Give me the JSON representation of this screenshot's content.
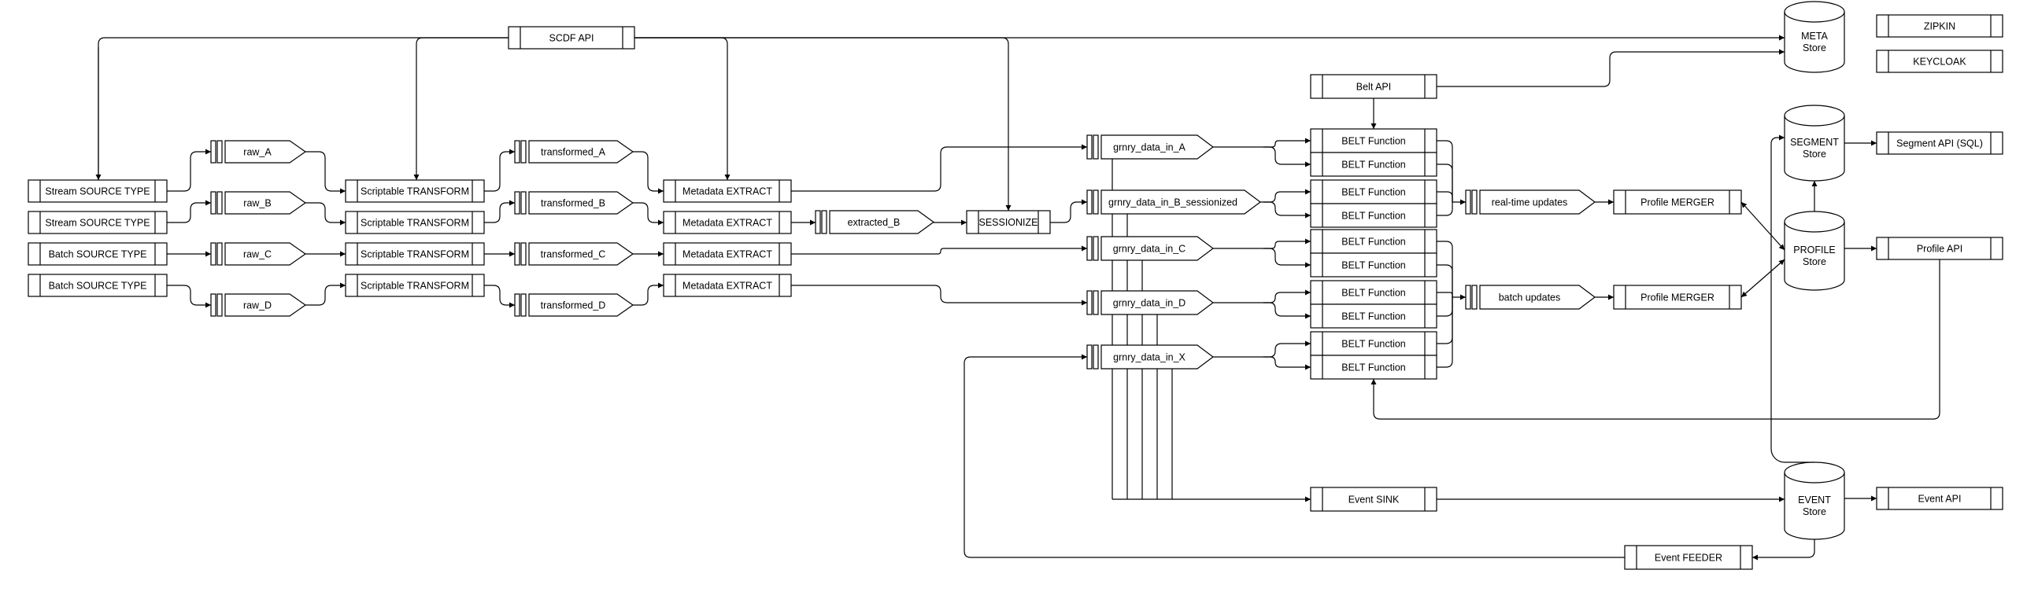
{
  "diagram": {
    "processes": {
      "scdf_api": "SCDF API",
      "belt_api": "Belt API",
      "zipkin": "ZIPKIN",
      "keycloak": "KEYCLOAK",
      "src1": "Stream SOURCE TYPE",
      "src2": "Stream SOURCE TYPE",
      "src3": "Batch SOURCE TYPE",
      "src4": "Batch SOURCE TYPE",
      "tr1": "Scriptable TRANSFORM",
      "tr2": "Scriptable TRANSFORM",
      "tr3": "Scriptable TRANSFORM",
      "tr4": "Scriptable TRANSFORM",
      "me1": "Metadata EXTRACT",
      "me2": "Metadata EXTRACT",
      "me3": "Metadata EXTRACT",
      "me4": "Metadata EXTRACT",
      "sess": "SESSIONIZE",
      "bf1": "BELT Function",
      "bf2": "BELT Function",
      "bf3": "BELT Function",
      "bf4": "BELT Function",
      "bf5": "BELT Function",
      "bf6": "BELT Function",
      "bf7": "BELT Function",
      "bf8": "BELT Function",
      "bf9": "BELT Function",
      "bf10": "BELT Function",
      "pm1": "Profile MERGER",
      "pm2": "Profile MERGER",
      "seg_api": "Segment API (SQL)",
      "profile_api": "Profile API",
      "event_api": "Event API",
      "event_sink": "Event SINK",
      "event_feeder": "Event FEEDER"
    },
    "queues": {
      "raw_a": "raw_A",
      "raw_b": "raw_B",
      "raw_c": "raw_C",
      "raw_d": "raw_D",
      "t_a": "transformed_A",
      "t_b": "transformed_B",
      "t_c": "transformed_C",
      "t_d": "transformed_D",
      "ext_b": "extracted_B",
      "g_a": "grnry_data_in_A",
      "g_b": "grnry_data_in_B_sessionized",
      "g_c": "grnry_data_in_C",
      "g_d": "grnry_data_in_D",
      "g_x": "grnry_data_in_X",
      "rt": "real-time updates",
      "batch": "batch updates"
    },
    "stores": {
      "meta": [
        "META",
        "Store"
      ],
      "segment": [
        "SEGMENT",
        "Store"
      ],
      "profile": [
        "PROFILE",
        "Store"
      ],
      "event": [
        "EVENT",
        "Store"
      ]
    }
  }
}
